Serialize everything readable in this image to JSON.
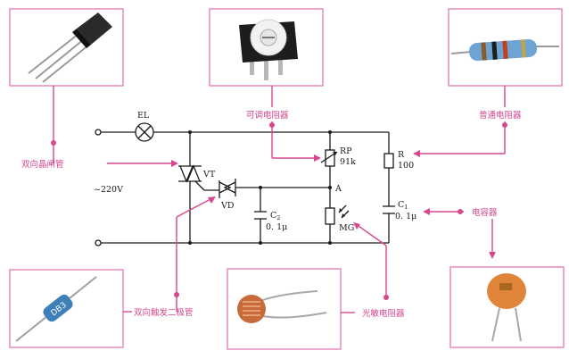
{
  "schematic": {
    "el": "EL",
    "vt": "VT",
    "vd": "VD",
    "rp": "RP",
    "rp_val": "91k",
    "r": "R",
    "r_val": "100",
    "c1": "C",
    "c1_sub": "1",
    "c1_val": "0. 1μ",
    "c2": "C",
    "c2_sub": "2",
    "c2_val": "0. 1μ",
    "node_a": "A",
    "mg": "MG",
    "supply": "~220V"
  },
  "callouts": {
    "trimpot": "可调电阻器",
    "resistor": "普通电阻器",
    "triac": "双向晶闸管",
    "capacitor": "电容器",
    "diac": "双向触发二极管",
    "ldr": "光敏电阻器"
  },
  "colors": {
    "accent": "#d6478f",
    "frame": "#e27ab0",
    "wire": "#1a1a1a"
  },
  "photo_marks": {
    "diac_body": "DB3"
  }
}
